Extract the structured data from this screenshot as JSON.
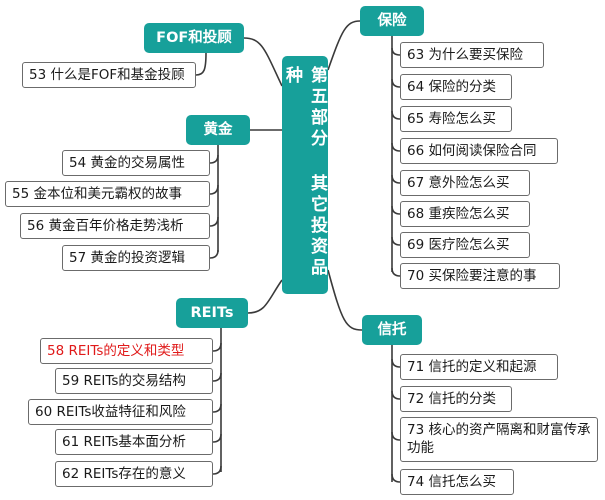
{
  "center": {
    "title": "第五部分 其它投资品种"
  },
  "branches": {
    "fof": {
      "label": "FOF和投顾",
      "items": [
        "53 什么是FOF和基金投顾"
      ]
    },
    "gold": {
      "label": "黄金",
      "items": [
        "54 黄金的交易属性",
        "55 金本位和美元霸权的故事",
        "56 黄金百年价格走势浅析",
        "57 黄金的投资逻辑"
      ]
    },
    "reits": {
      "label": "REITs",
      "items": [
        "58 REITs的定义和类型",
        "59 REITs的交易结构",
        "60 REITs收益特征和风险",
        "61 REITs基本面分析",
        "62 REITs存在的意义"
      ]
    },
    "insurance": {
      "label": "保险",
      "items": [
        "63 为什么要买保险",
        "64 保险的分类",
        "65 寿险怎么买",
        "66 如何阅读保险合同",
        "67 意外险怎么买",
        "68 重疾险怎么买",
        "69 医疗险怎么买",
        "70 买保险要注意的事"
      ]
    },
    "trust": {
      "label": "信托",
      "items": [
        "71 信托的定义和起源",
        "72 信托的分类",
        "73 核心的资产隔离和财富传承功能",
        "74 信托怎么买"
      ]
    }
  },
  "colors": {
    "theme": "#17a09a",
    "line": "#3a3a3a",
    "highlight": "#e01a1a"
  }
}
